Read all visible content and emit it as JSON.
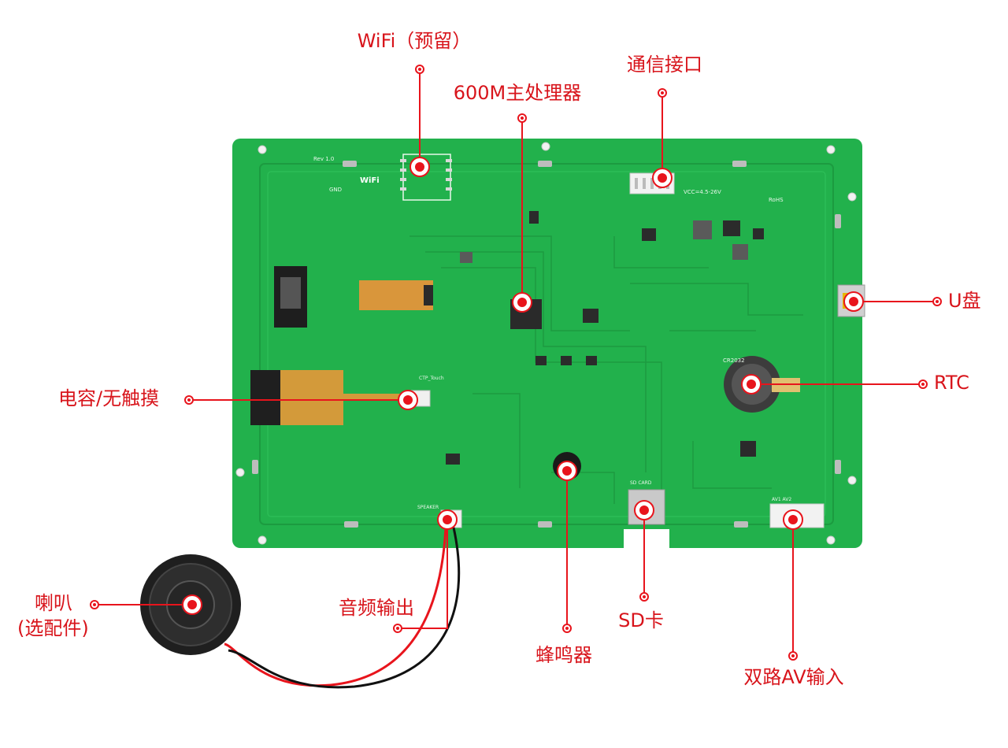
{
  "colors": {
    "accent": "#e8141c",
    "board": "#22b14c",
    "board_dark": "#1a9a3f",
    "silk": "#ffffff"
  },
  "callouts": {
    "wifi": "WiFi（预留）",
    "cpu": "600M主处理器",
    "comm": "通信接口",
    "udisk": "U盘",
    "rtc": "RTC",
    "touch": "电容/无触摸",
    "speaker_line1": "喇叭",
    "speaker_line2": "(选配件)",
    "audio": "音频输出",
    "buzzer": "蜂鸣器",
    "sd": "SD卡",
    "av": "双路AV输入"
  },
  "board_silk": {
    "rev": "Rev 1.0",
    "wifi_mark": "WiFi",
    "vcc": "VCC=4.5-26V",
    "rtc_chip": "CR2032",
    "sd_card": "SD CARD",
    "ctp_touch": "CTP_Touch",
    "speaker": "SPEAKER",
    "av_label": "AV1 AV2",
    "gnd": "GND",
    "rohs": "RoHS"
  }
}
